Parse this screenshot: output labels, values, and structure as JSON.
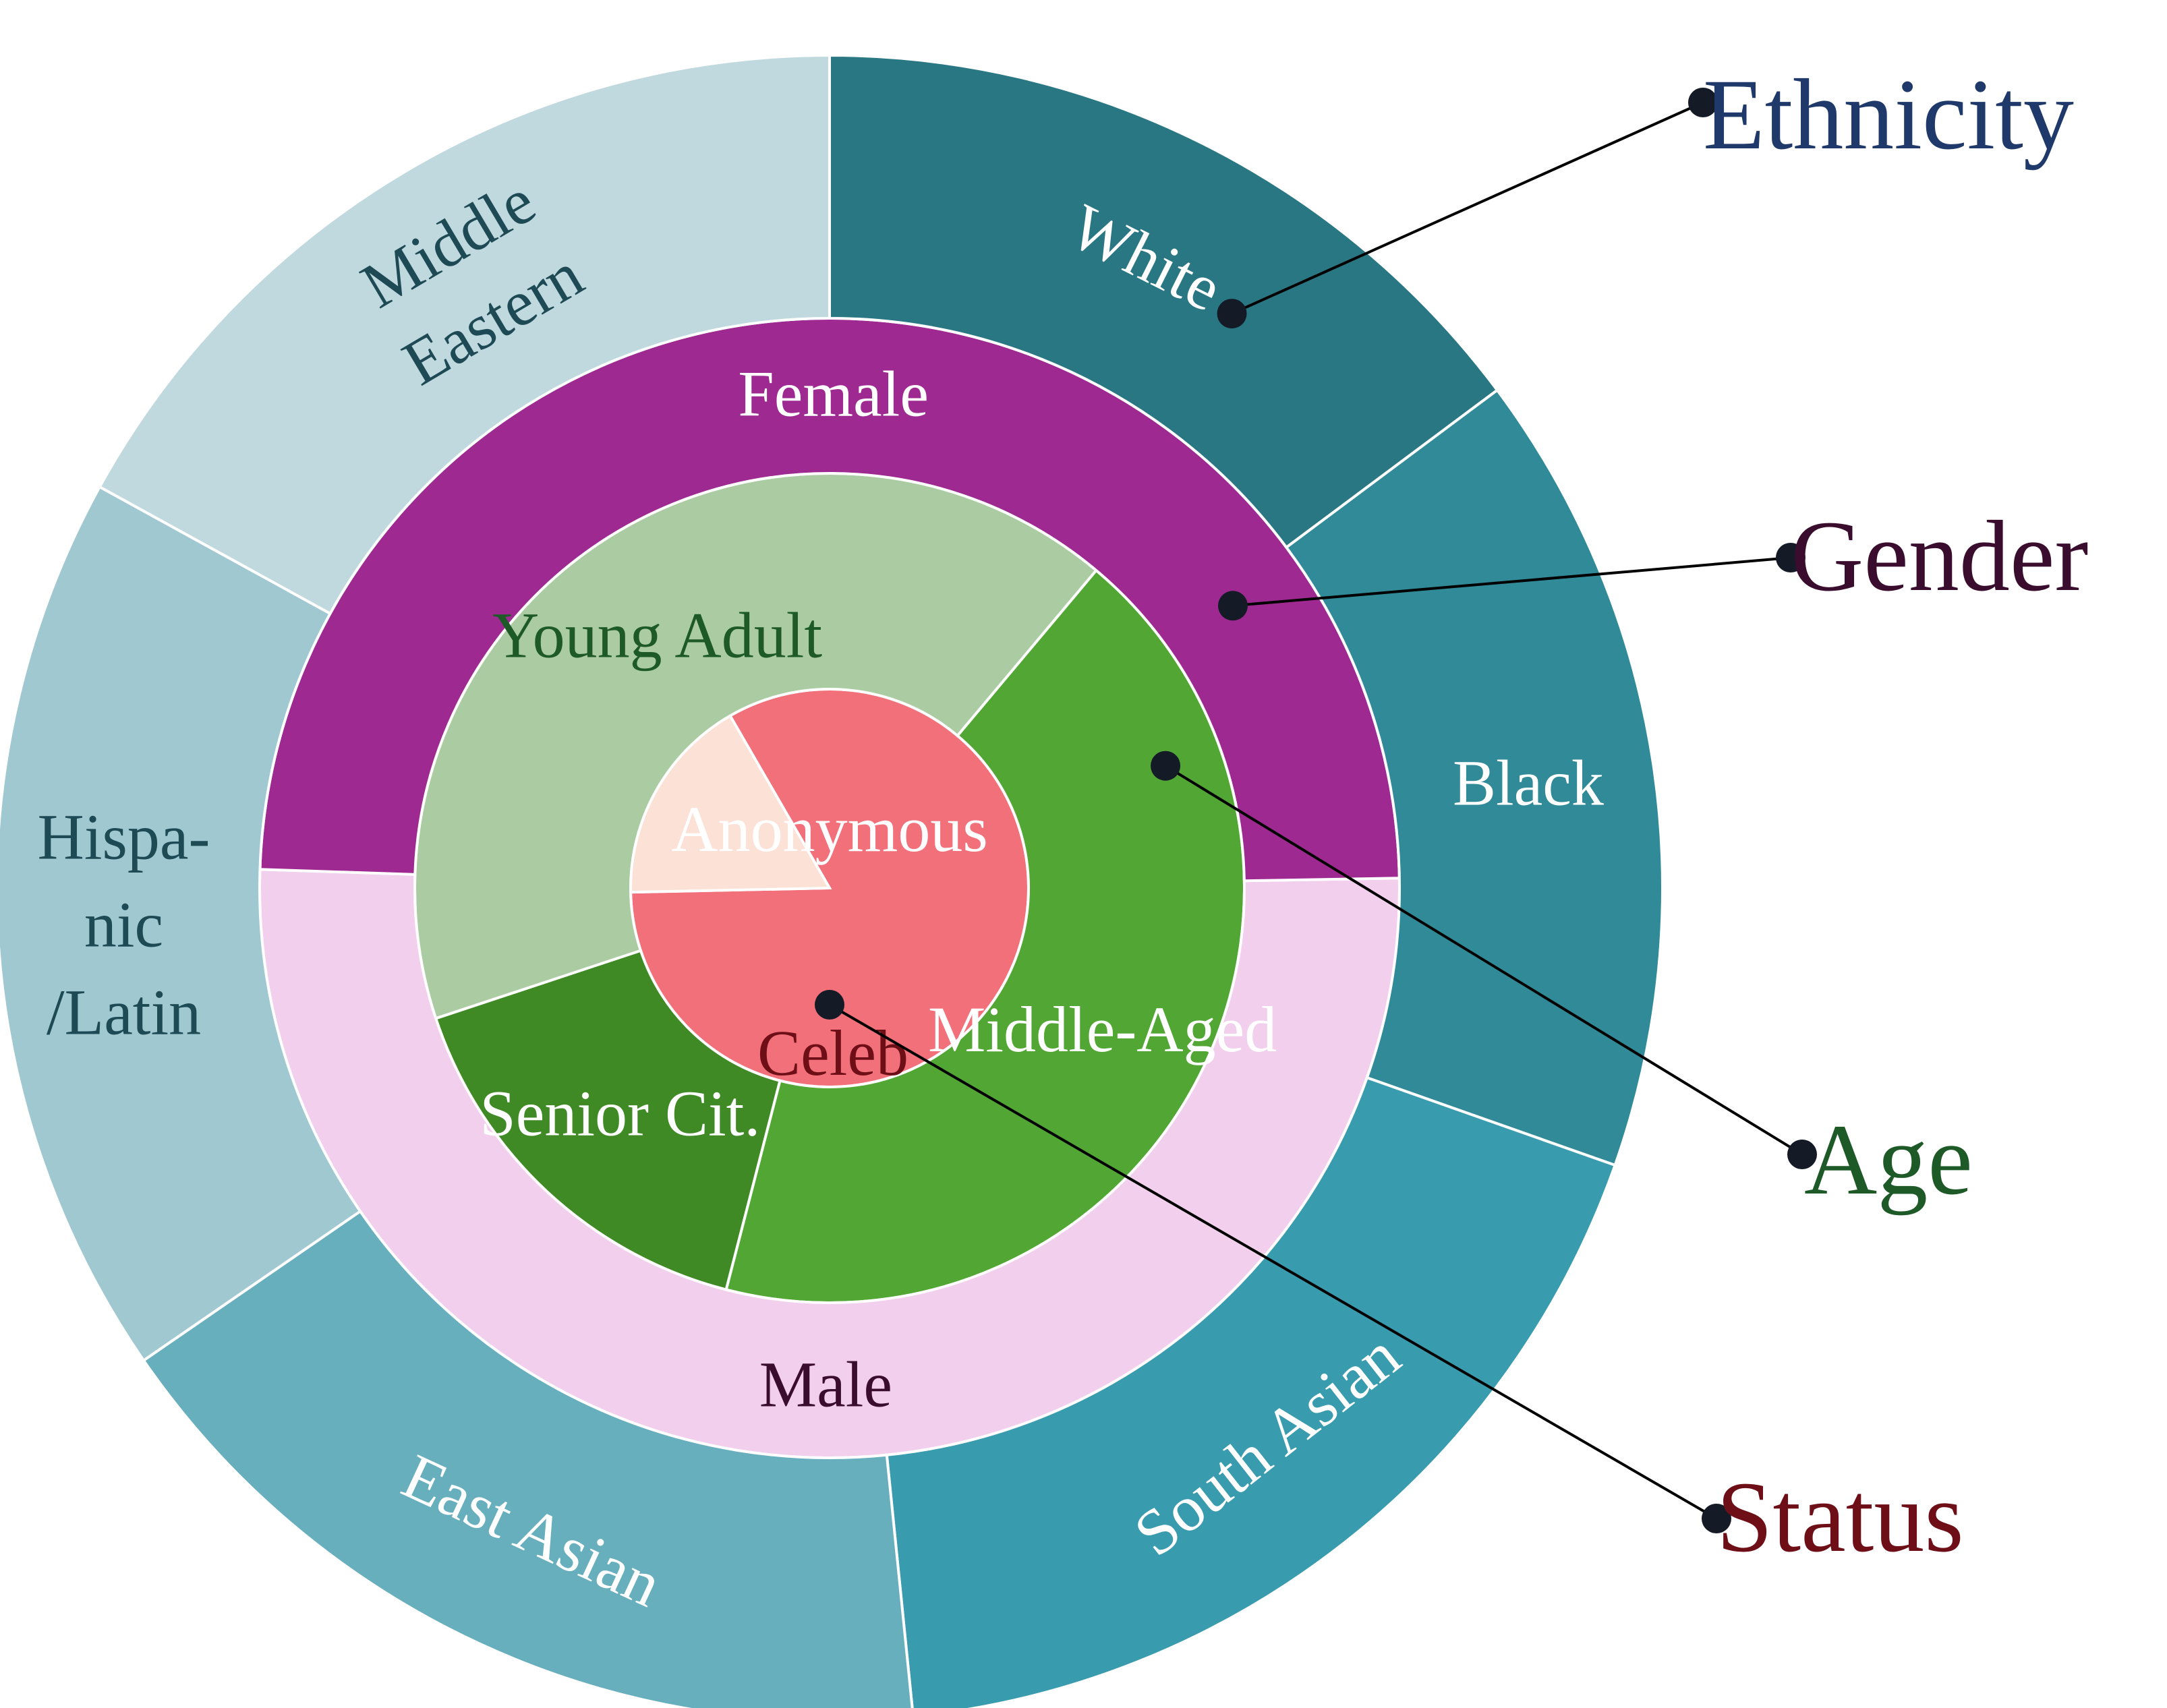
{
  "chart_data": {
    "type": "sunburst",
    "rings": [
      {
        "name": "Status",
        "segments": [
          {
            "label": "Anonymous",
            "value": 0.83,
            "color": "#F2707A",
            "text_color": "#FFFFFF"
          },
          {
            "label": "Celeb",
            "value": 0.17,
            "color": "#FCE1D6",
            "text_color": "#6E0E16"
          }
        ]
      },
      {
        "name": "Age",
        "segments": [
          {
            "label": "Middle-Aged",
            "value": 0.429,
            "color": "#52A734",
            "text_color": "#FFFFFF"
          },
          {
            "label": "Senior Cit.",
            "value": 0.159,
            "color": "#408A26",
            "text_color": "#FFFFFF"
          },
          {
            "label": "Young Adult",
            "value": 0.412,
            "color": "#ABCCA2",
            "text_color": "#1E5A28"
          }
        ]
      },
      {
        "name": "Gender",
        "segments": [
          {
            "label": "Male",
            "value": 0.508,
            "color": "#F1CFED",
            "text_color": "#3A0D2E"
          },
          {
            "label": "Female",
            "value": 0.492,
            "color": "#9E2A91",
            "text_color": "#FFFFFF"
          }
        ]
      },
      {
        "name": "Ethnicity",
        "segments": [
          {
            "label": "White",
            "value": 0.148,
            "color": "#2A7784",
            "text_color": "#FFFFFF"
          },
          {
            "label": "Black",
            "value": 0.156,
            "color": "#308A98",
            "text_color": "#FFFFFF"
          },
          {
            "label": "South Asian",
            "value": 0.18,
            "color": "#399BAE",
            "text_color": "#FFFFFF"
          },
          {
            "label": "East Asian",
            "value": 0.17,
            "color": "#68AFBE",
            "text_color": "#FFFFFF"
          },
          {
            "label": "Hispa-\nnic\n/Latin",
            "value": 0.176,
            "color": "#A0C8D1",
            "text_color": "#1E4A55"
          },
          {
            "label": "Middle\nEastern",
            "value": 0.17,
            "color": "#C0D9DE",
            "text_color": "#1E4A55"
          }
        ]
      }
    ],
    "legend": [
      {
        "label": "Ethnicity",
        "color": "#1F3A6A"
      },
      {
        "label": "Gender",
        "color": "#3A0D2E"
      },
      {
        "label": "Age",
        "color": "#1E5A28"
      },
      {
        "label": "Status",
        "color": "#6E0E16"
      }
    ]
  }
}
